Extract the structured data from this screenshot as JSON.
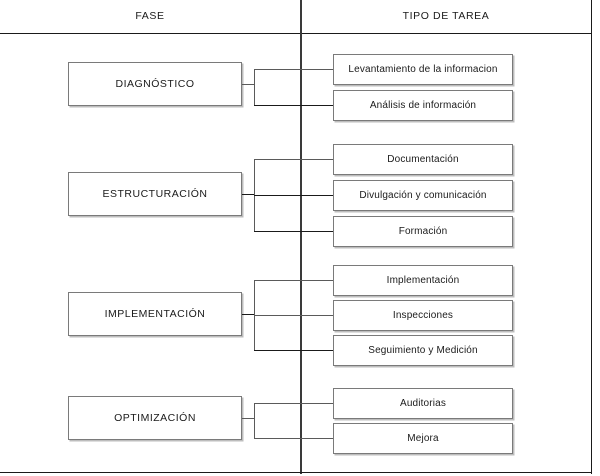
{
  "header": {
    "left_column": "FASE",
    "right_column": "TIPO DE TAREA"
  },
  "colors": {
    "frame": "#1a1a1a",
    "divider": "#3a3a3a",
    "box_border": "#7a7a7a",
    "box_shadow": "#bdbdbd",
    "connector": "#5a5a5a",
    "background": "#ffffff"
  },
  "groups": [
    {
      "phase": "DIAGNÓSTICO",
      "tasks": [
        "Levantamiento de la informacion",
        "Análisis de información"
      ]
    },
    {
      "phase": "ESTRUCTURACIÓN",
      "tasks": [
        "Documentación",
        "Divulgación y comunicación",
        "Formación"
      ]
    },
    {
      "phase": "IMPLEMENTACIÓN",
      "tasks": [
        "Implementación",
        "Inspecciones",
        "Seguimiento y Medición"
      ]
    },
    {
      "phase": "OPTIMIZACIÓN",
      "tasks": [
        "Auditorias",
        "Mejora"
      ]
    }
  ]
}
